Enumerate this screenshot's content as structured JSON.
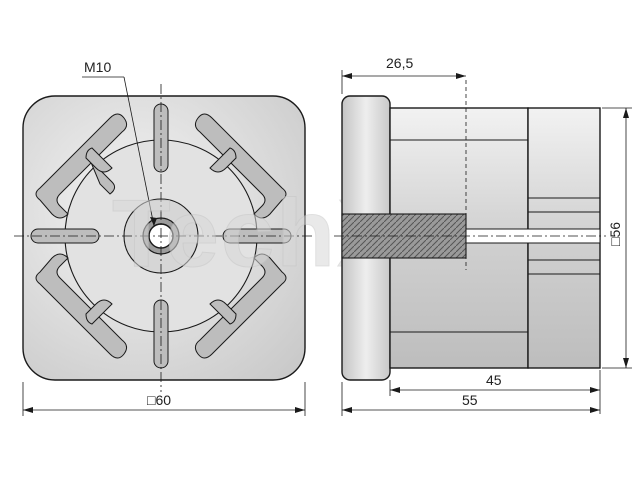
{
  "dimensions": {
    "thread": "M10",
    "square_width": "□60",
    "square_height": "□56",
    "head_depth": "26,5",
    "stem_length": "45",
    "overall_length": "55"
  },
  "watermark": "TechXYZ",
  "colors": {
    "line": "#1a1a1a",
    "body_fill": "#cfcfcf",
    "body_fill_light": "#e6e6e6",
    "watermark": "#d8d8d8"
  }
}
